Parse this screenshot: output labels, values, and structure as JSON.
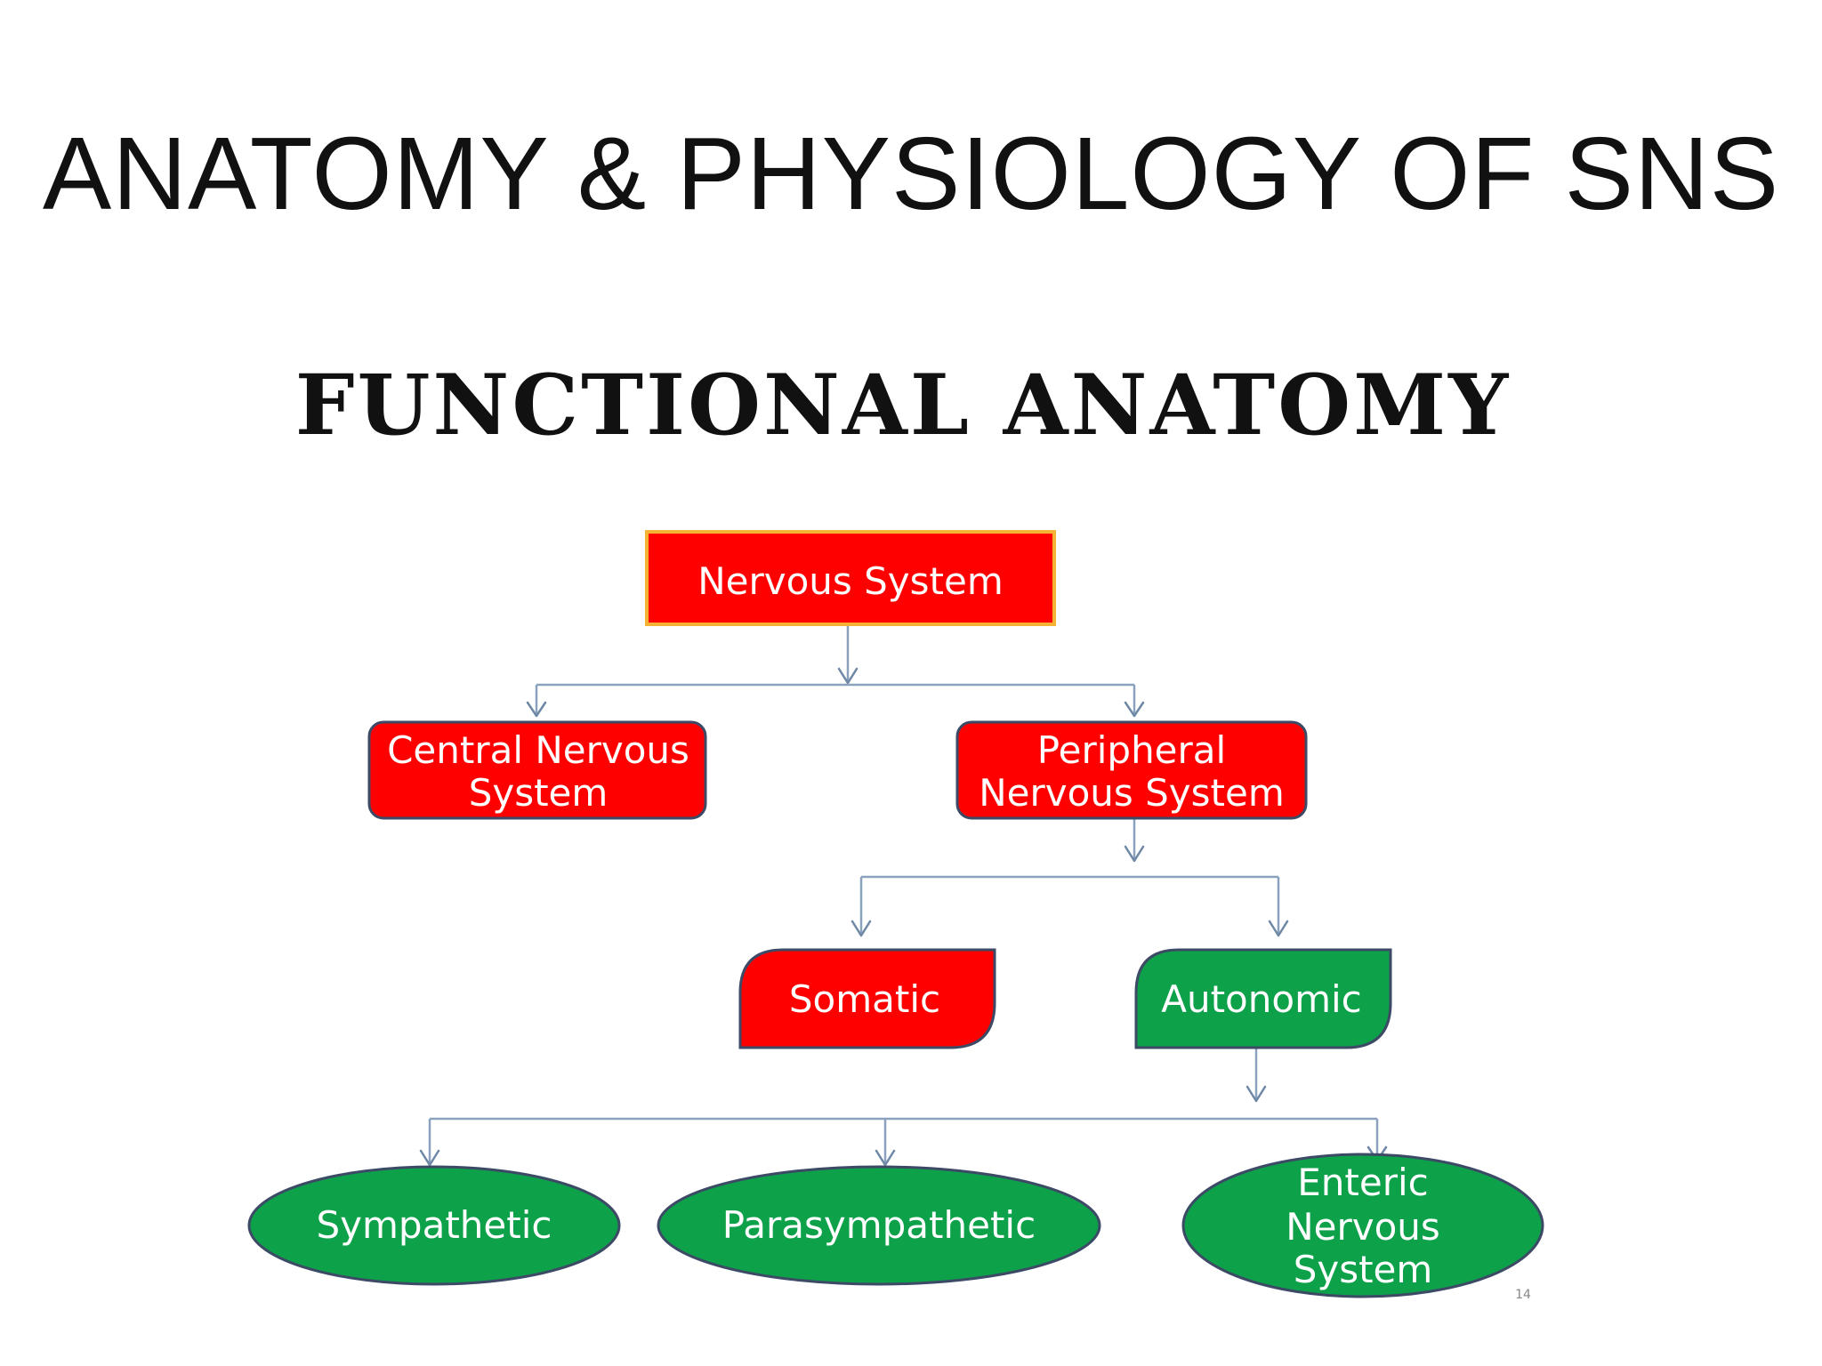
{
  "slide": {
    "title": "ANATOMY & PHYSIOLOGY OF SNS"
  },
  "diagram": {
    "heading": "FUNCTIONAL ANATOMY",
    "colors": {
      "red": "#ff0000",
      "green": "#0da14a",
      "border": "#3c4a66",
      "top_border": "#f5b335",
      "connector": "#8aa2bd"
    },
    "nodes": {
      "nervous_system": "Nervous System",
      "cns_line1": "Central Nervous",
      "cns_line2": "System",
      "pns_line1": "Peripheral",
      "pns_line2": "Nervous System",
      "somatic": "Somatic",
      "autonomic": "Autonomic",
      "sympathetic": "Sympathetic",
      "parasympathetic": "Parasympathetic",
      "enteric_line1": "Enteric",
      "enteric_line2": "Nervous",
      "enteric_line3": "System"
    },
    "page_number": "14"
  }
}
